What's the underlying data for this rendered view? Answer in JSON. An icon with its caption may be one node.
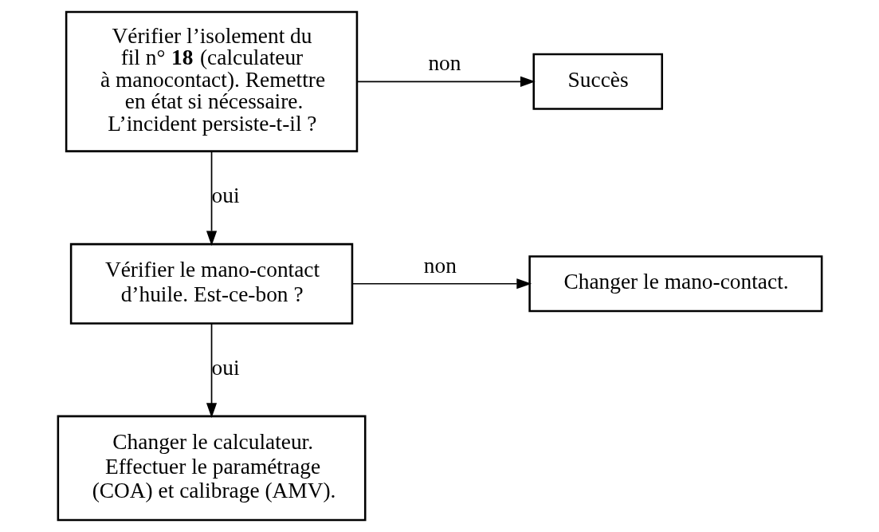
{
  "diagram": {
    "nodes": [
      {
        "text": [
          "Vérifier l’isolement du fil n° **18** (calculateur à manocontact). Remettre en état si nécessaire. L’incident persiste-t-il ?"
        ]
      },
      {
        "text": [
          "Succès"
        ]
      },
      {
        "text": [
          "Vérifier le mano-contact d’huile. Est-ce-bon ?"
        ]
      },
      {
        "text": [
          "Changer le mano-contact."
        ]
      },
      {
        "text": [
          "Changer le calculateur. Effectuer le paramétrage (COA) et calibrage (AMV)."
        ]
      }
    ],
    "edges": [
      {
        "from": 0,
        "to": 1,
        "arrow": "to",
        "label": "non"
      },
      {
        "from": 0,
        "to": 2,
        "arrow": "to",
        "label": "oui"
      },
      {
        "from": 2,
        "to": 3,
        "arrow": "to",
        "label": "non"
      },
      {
        "from": 2,
        "to": 4,
        "arrow": "to",
        "label": "oui"
      }
    ]
  }
}
